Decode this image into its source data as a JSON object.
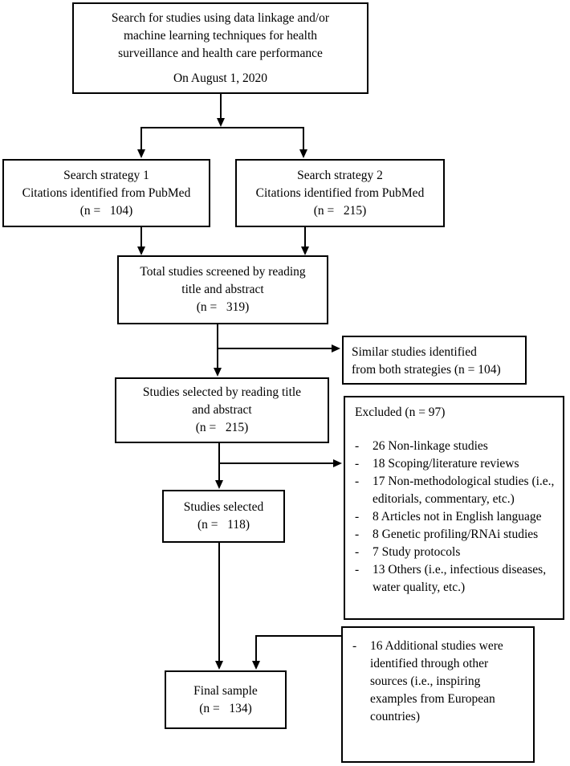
{
  "flowchart": {
    "search_box": {
      "text": "Search for studies using data linkage and/or\nmachine learning techniques for health\nsurveillance and health care performance",
      "date": "On August 1, 2020"
    },
    "strategy1_box": {
      "text": "Search strategy 1\nCitations identified from PubMed\n(n =   104)"
    },
    "strategy2_box": {
      "text": "Search strategy 2\nCitations identified from PubMed\n(n =   215)"
    },
    "total_screened_box": {
      "text": "Total studies screened by reading\ntitle and abstract\n(n =   319)"
    },
    "similar_box": {
      "text": "Similar studies identified\nfrom both strategies (n = 104)"
    },
    "selected_title_abstract_box": {
      "text": "Studies selected by reading title\nand abstract\n(n =   215)"
    },
    "excluded_box": {
      "title": "Excluded (n = 97)",
      "bullet": "-",
      "items": [
        "26 Non-linkage studies",
        "18 Scoping/literature reviews",
        "17 Non-methodological studies (i.e., editorials, commentary, etc.)",
        "8 Articles not in English language",
        "8 Genetic profiling/RNAi studies",
        "7 Study protocols",
        "13 Others (i.e., infectious diseases, water quality, etc.)"
      ]
    },
    "selected_box": {
      "text": "Studies selected\n(n =   118)"
    },
    "final_box": {
      "text": "Final sample\n(n =   134)"
    },
    "additional_box": {
      "bullet": "-",
      "text": "16 Additional studies were identified through other sources (i.e., inspiring examples from European countries)"
    }
  }
}
